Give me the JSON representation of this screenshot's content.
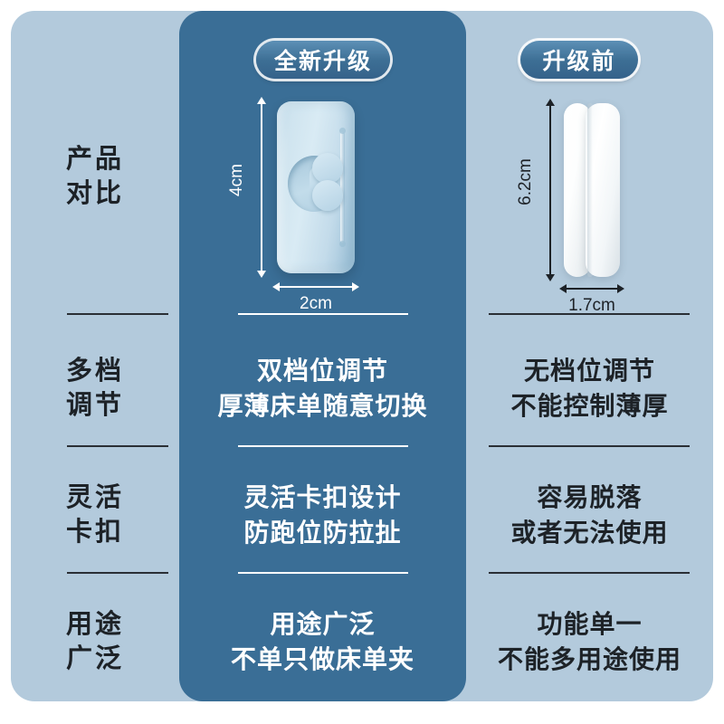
{
  "colors": {
    "page_background": "#ffffff",
    "panel_light_blue": "#b3cadc",
    "panel_dark_blue": "#3a6e96",
    "text_dark": "#1d2227",
    "text_light": "#ffffff",
    "product_new": "#c3dbea",
    "product_old": "#f4f8fa"
  },
  "badges": {
    "new": "全新升级",
    "old": "升级前"
  },
  "products": {
    "new": {
      "height_label": "4cm",
      "width_label": "2cm"
    },
    "old": {
      "height_label": "6.2cm",
      "width_label": "1.7cm"
    }
  },
  "rows": [
    {
      "label": [
        "产品",
        "对比"
      ],
      "new": [],
      "old": []
    },
    {
      "label": [
        "多档",
        "调节"
      ],
      "new": [
        "双档位调节",
        "厚薄床单随意切换"
      ],
      "old": [
        "无档位调节",
        "不能控制薄厚"
      ]
    },
    {
      "label": [
        "灵活",
        "卡扣"
      ],
      "new": [
        "灵活卡扣设计",
        "防跑位防拉扯"
      ],
      "old": [
        "容易脱落",
        "或者无法使用"
      ]
    },
    {
      "label": [
        "用途",
        "广泛"
      ],
      "new": [
        "用途广泛",
        "不单只做床单夹"
      ],
      "old": [
        "功能单一",
        "不能多用途使用"
      ]
    }
  ]
}
